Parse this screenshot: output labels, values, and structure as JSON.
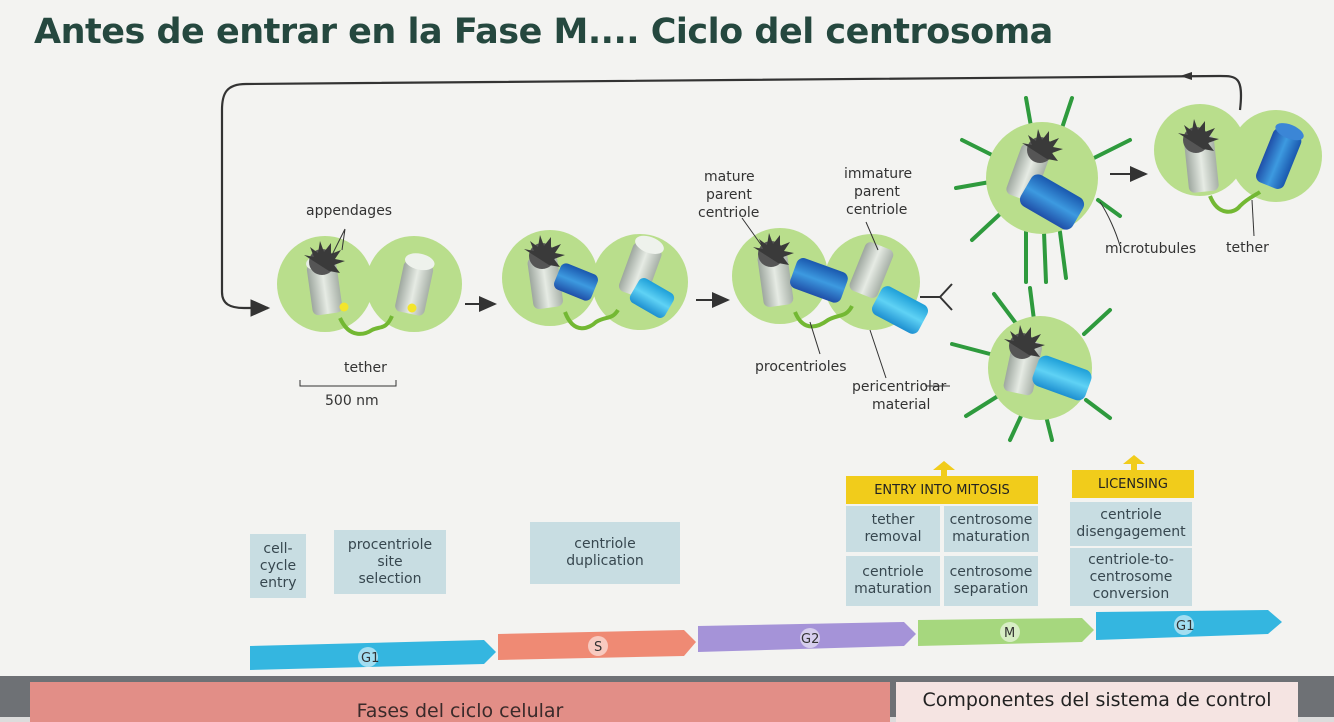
{
  "title": "Antes de entrar en la Fase M.... Ciclo del centrosoma",
  "labels": {
    "appendages": "appendages",
    "tether_left": "tether",
    "scale": "500 nm",
    "mature_parent": [
      "mature",
      "parent",
      "centriole"
    ],
    "immature_parent": [
      "immature",
      "parent",
      "centriole"
    ],
    "procentrioles": "procentrioles",
    "pericentriolar": [
      "pericentriolar",
      "material"
    ],
    "microtubules": "microtubules",
    "tether_right": "tether"
  },
  "stage_boxes": {
    "cell_cycle_entry": "cell-\ncycle\nentry",
    "procentriole_site": "procentriole\nsite\nselection",
    "centriole_duplication": "centriole\nduplication",
    "tether_removal": "tether\nremoval",
    "centrosome_maturation": "centrosome\nmaturation",
    "centriole_maturation": "centriole\nmaturation",
    "centrosome_separation": "centrosome\nseparation",
    "centriole_disengagement": "centriole\ndisengagement",
    "centriole_conversion": "centriole-to-\ncentrosome\nconversion"
  },
  "banners": {
    "entry_mitosis": "ENTRY INTO MITOSIS",
    "licensing": "LICENSING"
  },
  "phases": [
    {
      "label": "G1",
      "color": "#34b6e0"
    },
    {
      "label": "S",
      "color": "#ef8a74"
    },
    {
      "label": "G2",
      "color": "#a593d8"
    },
    {
      "label": "M",
      "color": "#a6d77e"
    },
    {
      "label": "G1",
      "color": "#34b6e0"
    }
  ],
  "tabs": {
    "left": "Fases del ciclo celular",
    "right": "Componentes del sistema de control"
  },
  "colors": {
    "title": "#25483f",
    "pcm_green": "#b9de8c",
    "centriole_gray": "#d5ddd5",
    "procentriole_blue": "#2a82c8",
    "microtubule_green": "#2e9a3d",
    "tether_green": "#73b833",
    "licensing_yellow": "#f1cc1b"
  }
}
